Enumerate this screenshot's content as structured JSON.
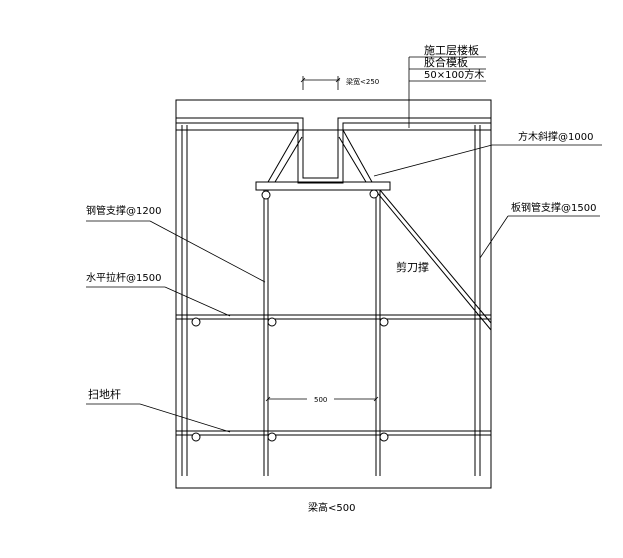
{
  "labels": {
    "floor_slab": "施工层楼板",
    "plywood": "胶合模板",
    "timber": "50×100方木",
    "beam_width": "梁宽<250",
    "timber_brace": "方木斜撑@1000",
    "steel_support": "钢管支撑@1200",
    "slab_support": "板钢管支撑@1500",
    "scissor_brace": "剪刀撑",
    "horizontal_tie": "水平拉杆@1500",
    "sweep_bar": "扫地杆",
    "spacing": "500",
    "beam_height": "梁高<500"
  }
}
